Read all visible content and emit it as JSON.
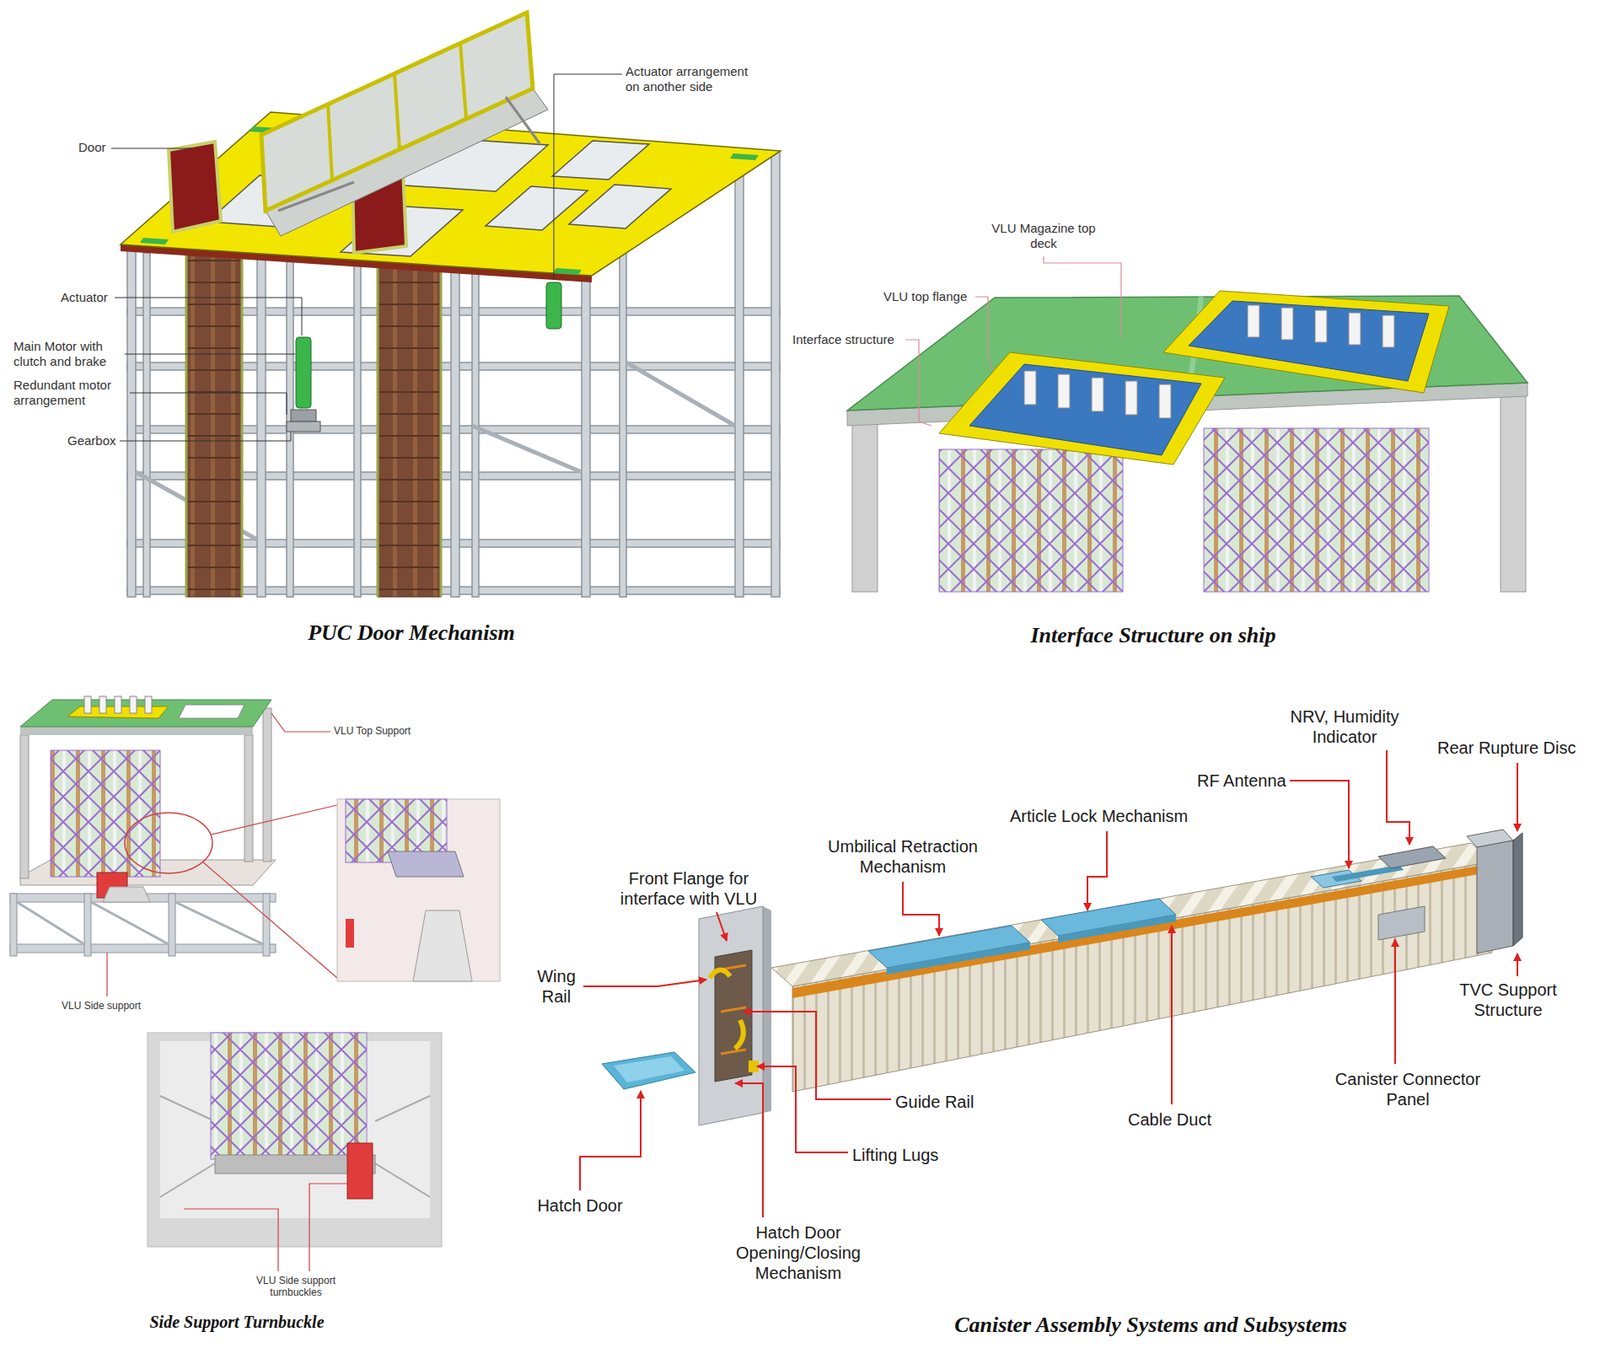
{
  "diagram": {
    "labels": [
      "Door",
      "Actuator arrangement on another side",
      "Actuator",
      "Main Motor with clutch and brake",
      "Redundant motor arrangement",
      "Gearbox",
      "PUC Door Mechanism",
      "VLU Magazine top deck",
      "VLU top flange",
      "Interface structure",
      "Interface Structure on ship",
      "VLU Top Support",
      "VLU Side support",
      "VLU Side support turnbuckles",
      "Side Support Turnbuckle",
      "NRV, Humidity Indicator",
      "Rear Rupture Disc",
      "RF Antenna",
      "Article Lock Mechanism",
      "Umbilical Retraction Mechanism",
      "Front Flange for interface with VLU",
      "Wing Rail",
      "TVC Support Structure",
      "Canister Connector Panel",
      "Guide Rail",
      "Cable Duct",
      "Lifting Lugs",
      "Hatch Door",
      "Hatch Door Opening/Closing Mechanism",
      "Canister Assembly Systems and Subsystems"
    ]
  }
}
